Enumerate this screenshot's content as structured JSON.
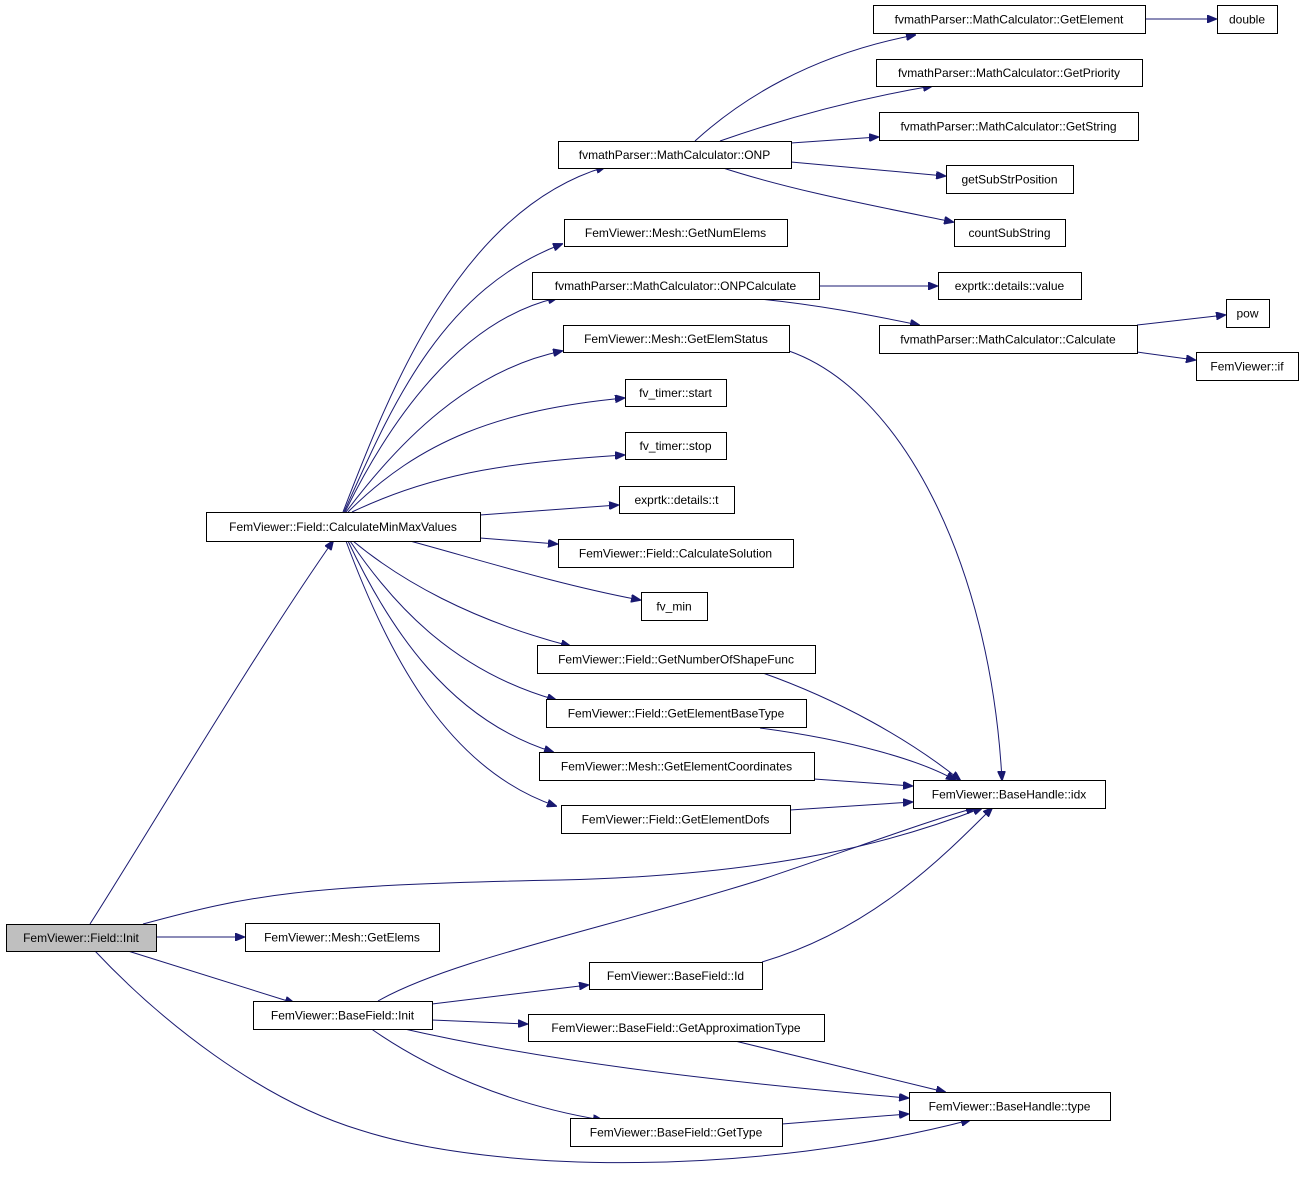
{
  "graph": {
    "colors": {
      "edge": "#191970",
      "root_fill": "#bfbfbf",
      "node_fill": "#ffffff",
      "node_border": "#000000"
    },
    "nodes": [
      {
        "id": "field_init",
        "label": "FemViewer::Field::Init",
        "root": true
      },
      {
        "id": "calc_minmax",
        "label": "FemViewer::Field::CalculateMinMaxValues"
      },
      {
        "id": "mesh_getelems",
        "label": "FemViewer::Mesh::GetElems"
      },
      {
        "id": "basefield_init",
        "label": "FemViewer::BaseField::Init"
      },
      {
        "id": "onp",
        "label": "fvmathParser::MathCalculator::ONP"
      },
      {
        "id": "get_num_elems",
        "label": "FemViewer::Mesh::GetNumElems"
      },
      {
        "id": "onp_calculate",
        "label": "fvmathParser::MathCalculator::ONPCalculate"
      },
      {
        "id": "get_elem_status",
        "label": "FemViewer::Mesh::GetElemStatus"
      },
      {
        "id": "timer_start",
        "label": "fv_timer::start"
      },
      {
        "id": "timer_stop",
        "label": "fv_timer::stop"
      },
      {
        "id": "exprtk_t",
        "label": "exprtk::details::t"
      },
      {
        "id": "calc_solution",
        "label": "FemViewer::Field::CalculateSolution"
      },
      {
        "id": "fv_min",
        "label": "fv_min"
      },
      {
        "id": "num_shape_func",
        "label": "FemViewer::Field::GetNumberOfShapeFunc"
      },
      {
        "id": "elem_base_type",
        "label": "FemViewer::Field::GetElementBaseType"
      },
      {
        "id": "elem_coords",
        "label": "FemViewer::Mesh::GetElementCoordinates"
      },
      {
        "id": "elem_dofs",
        "label": "FemViewer::Field::GetElementDofs"
      },
      {
        "id": "get_element",
        "label": "fvmathParser::MathCalculator::GetElement"
      },
      {
        "id": "get_priority",
        "label": "fvmathParser::MathCalculator::GetPriority"
      },
      {
        "id": "get_string",
        "label": "fvmathParser::MathCalculator::GetString"
      },
      {
        "id": "get_substr_pos",
        "label": "getSubStrPosition"
      },
      {
        "id": "count_substring",
        "label": "countSubString"
      },
      {
        "id": "exprtk_value",
        "label": "exprtk::details::value"
      },
      {
        "id": "calculate",
        "label": "fvmathParser::MathCalculator::Calculate"
      },
      {
        "id": "double",
        "label": "double"
      },
      {
        "id": "pow",
        "label": "pow"
      },
      {
        "id": "fv_if",
        "label": "FemViewer::if"
      },
      {
        "id": "basehandle_idx",
        "label": "FemViewer::BaseHandle::idx"
      },
      {
        "id": "basefield_id",
        "label": "FemViewer::BaseField::Id"
      },
      {
        "id": "approx_type",
        "label": "FemViewer::BaseField::GetApproximationType"
      },
      {
        "id": "basefield_gettype",
        "label": "FemViewer::BaseField::GetType"
      },
      {
        "id": "basehandle_type",
        "label": "FemViewer::BaseHandle::type"
      }
    ]
  }
}
